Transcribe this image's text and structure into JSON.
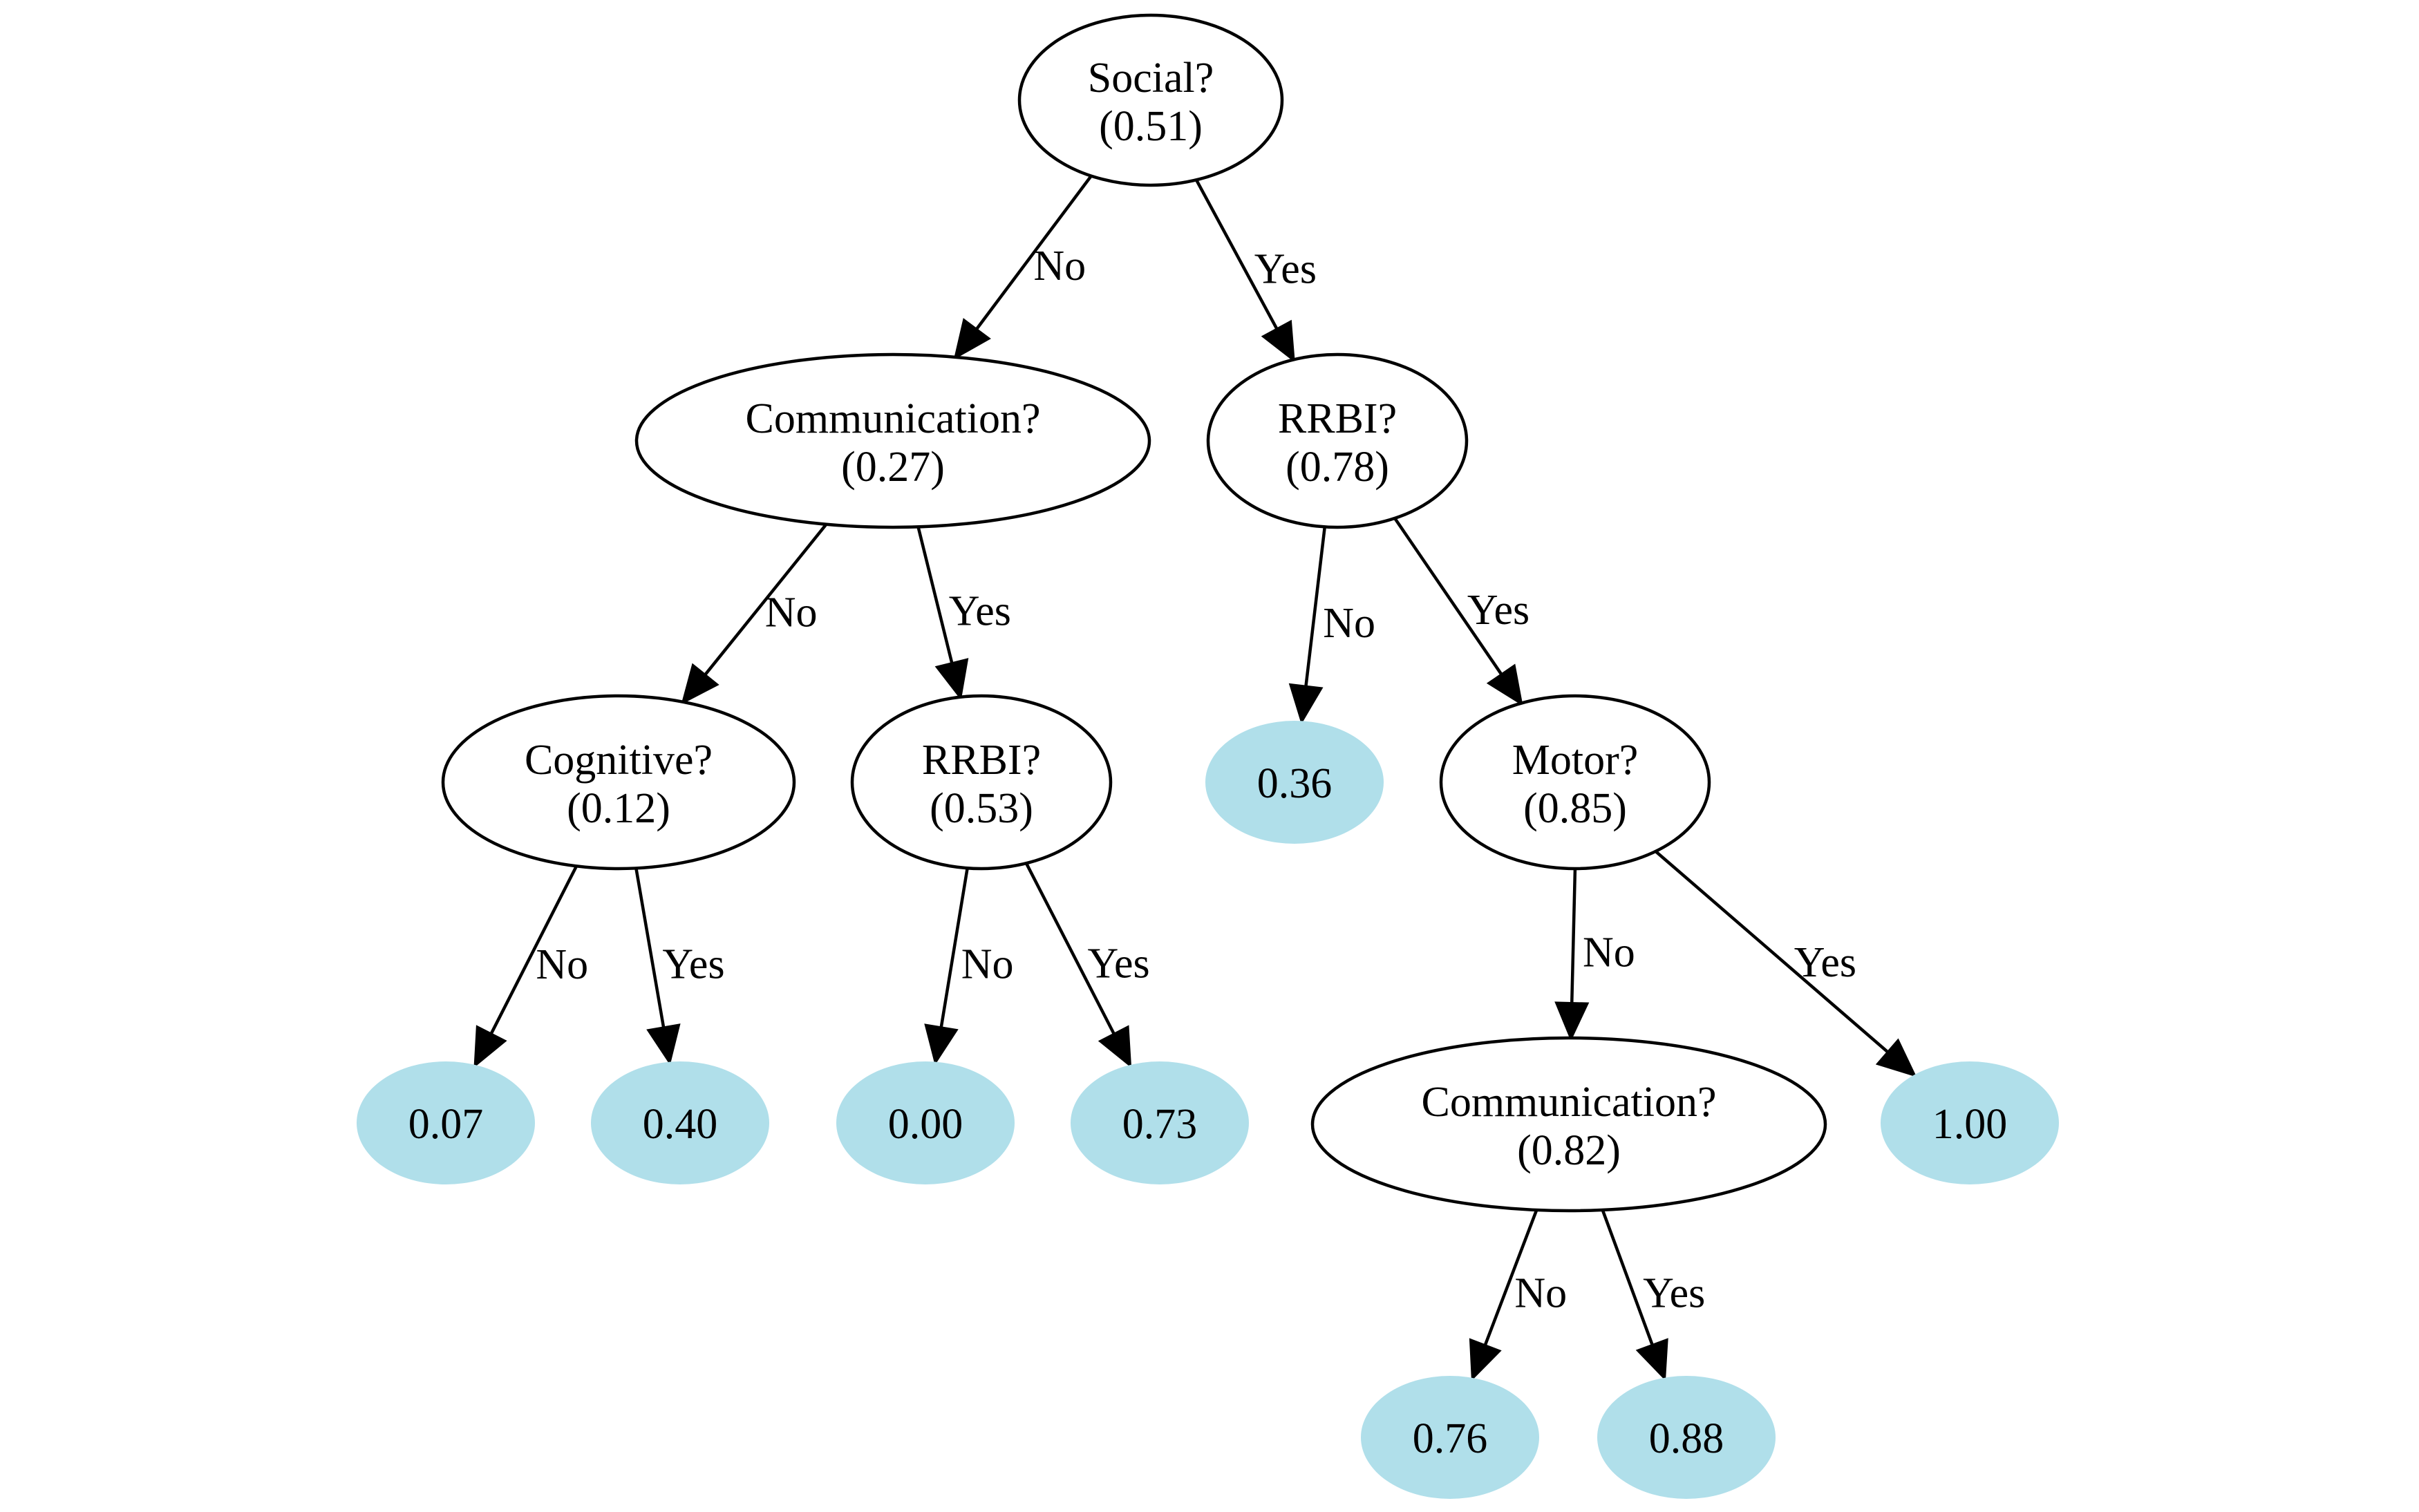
{
  "diagram": {
    "type": "decision-tree",
    "leaf_color": "#b0dfea",
    "nodes": [
      {
        "id": "social",
        "kind": "decision",
        "label": "Social?",
        "value": "(0.51)"
      },
      {
        "id": "comm1",
        "kind": "decision",
        "label": "Communication?",
        "value": "(0.27)"
      },
      {
        "id": "rrbi1",
        "kind": "decision",
        "label": "RRBI?",
        "value": "(0.78)"
      },
      {
        "id": "cognitive",
        "kind": "decision",
        "label": "Cognitive?",
        "value": "(0.12)"
      },
      {
        "id": "rrbi2",
        "kind": "decision",
        "label": "RRBI?",
        "value": "(0.53)"
      },
      {
        "id": "leaf036",
        "kind": "leaf",
        "label": "0.36"
      },
      {
        "id": "motor",
        "kind": "decision",
        "label": "Motor?",
        "value": "(0.85)"
      },
      {
        "id": "leaf007",
        "kind": "leaf",
        "label": "0.07"
      },
      {
        "id": "leaf040",
        "kind": "leaf",
        "label": "0.40"
      },
      {
        "id": "leaf000",
        "kind": "leaf",
        "label": "0.00"
      },
      {
        "id": "leaf073",
        "kind": "leaf",
        "label": "0.73"
      },
      {
        "id": "comm2",
        "kind": "decision",
        "label": "Communication?",
        "value": "(0.82)"
      },
      {
        "id": "leaf100",
        "kind": "leaf",
        "label": "1.00"
      },
      {
        "id": "leaf076",
        "kind": "leaf",
        "label": "0.76"
      },
      {
        "id": "leaf088",
        "kind": "leaf",
        "label": "0.88"
      }
    ],
    "edges": [
      {
        "from": "social",
        "to": "comm1",
        "label": "No"
      },
      {
        "from": "social",
        "to": "rrbi1",
        "label": "Yes"
      },
      {
        "from": "comm1",
        "to": "cognitive",
        "label": "No"
      },
      {
        "from": "comm1",
        "to": "rrbi2",
        "label": "Yes"
      },
      {
        "from": "rrbi1",
        "to": "leaf036",
        "label": "No"
      },
      {
        "from": "rrbi1",
        "to": "motor",
        "label": "Yes"
      },
      {
        "from": "cognitive",
        "to": "leaf007",
        "label": "No"
      },
      {
        "from": "cognitive",
        "to": "leaf040",
        "label": "Yes"
      },
      {
        "from": "rrbi2",
        "to": "leaf000",
        "label": "No"
      },
      {
        "from": "rrbi2",
        "to": "leaf073",
        "label": "Yes"
      },
      {
        "from": "motor",
        "to": "comm2",
        "label": "No"
      },
      {
        "from": "motor",
        "to": "leaf100",
        "label": "Yes"
      },
      {
        "from": "comm2",
        "to": "leaf076",
        "label": "No"
      },
      {
        "from": "comm2",
        "to": "leaf088",
        "label": "Yes"
      }
    ]
  }
}
